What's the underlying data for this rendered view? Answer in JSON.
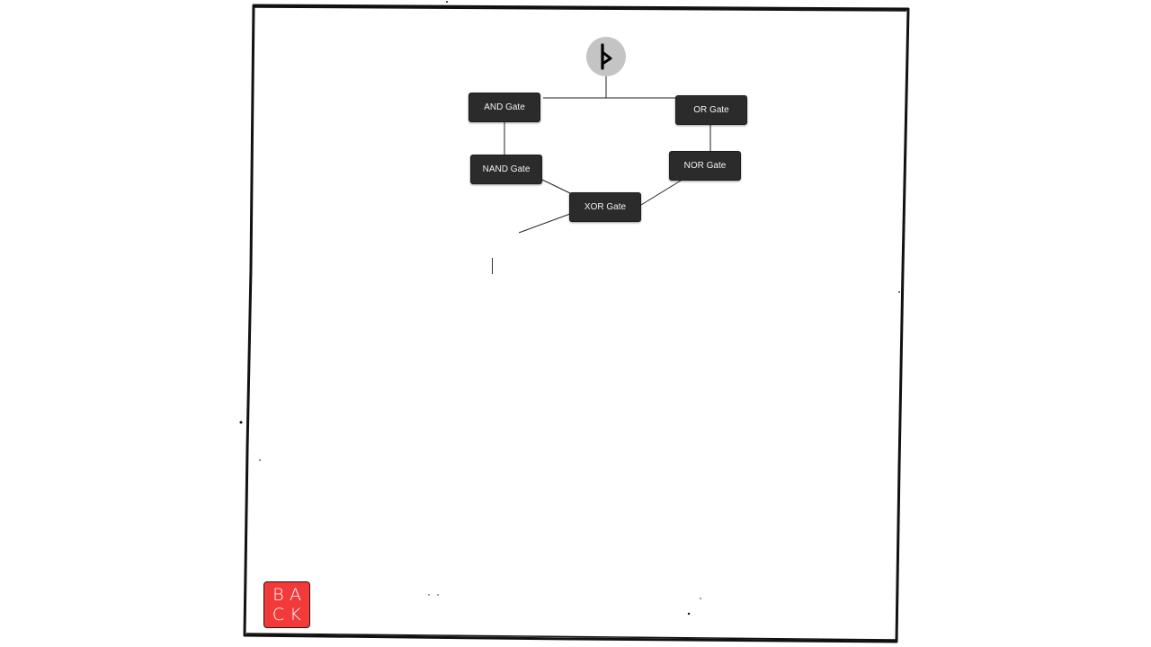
{
  "root_node": {
    "icon": "thorn-rune-icon",
    "color": "#c4c4c4"
  },
  "gates": {
    "and": {
      "label": "AND Gate"
    },
    "or": {
      "label": "OR Gate"
    },
    "nand": {
      "label": "NAND Gate"
    },
    "nor": {
      "label": "NOR Gate"
    },
    "xor": {
      "label": "XOR Gate"
    }
  },
  "back_button": {
    "letters": [
      "B",
      "A",
      "C",
      "K"
    ],
    "color": "#f23a3a"
  }
}
